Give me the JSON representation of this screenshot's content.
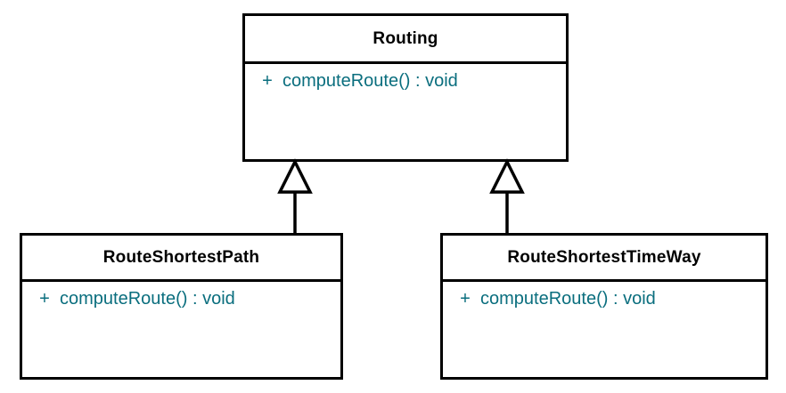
{
  "diagram": {
    "type": "uml-class-diagram",
    "background_color": "#ffffff",
    "border_color": "#000000",
    "title_color": "#000000",
    "member_color": "#0a6e7e",
    "classes": [
      {
        "id": "routing",
        "name": "Routing",
        "role": "superclass",
        "members": [
          {
            "visibility": "+",
            "signature": "computeRoute() : void"
          }
        ]
      },
      {
        "id": "route-shortest-path",
        "name": "RouteShortestPath",
        "role": "subclass",
        "members": [
          {
            "visibility": "+",
            "signature": "computeRoute() : void"
          }
        ]
      },
      {
        "id": "route-shortest-time-way",
        "name": "RouteShortestTimeWay",
        "role": "subclass",
        "members": [
          {
            "visibility": "+",
            "signature": "computeRoute() : void"
          }
        ]
      }
    ],
    "relationships": [
      {
        "id": "gen-left",
        "kind": "generalization",
        "from": "RouteShortestPath",
        "to": "Routing"
      },
      {
        "id": "gen-right",
        "kind": "generalization",
        "from": "RouteShortestTimeWay",
        "to": "Routing"
      }
    ]
  }
}
